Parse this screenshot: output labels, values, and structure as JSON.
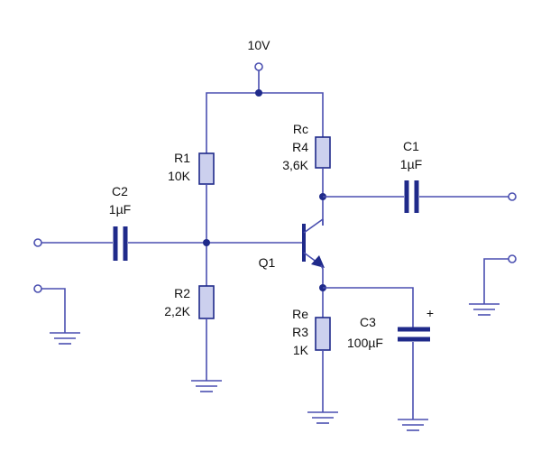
{
  "labels": {
    "vcc": "10V",
    "r1_name": "R1",
    "r1_value": "10K",
    "r2_name": "R2",
    "r2_value": "2,2K",
    "rc_alias": "Rc",
    "r4_name": "R4",
    "r4_value": "3,6K",
    "re_alias": "Re",
    "r3_name": "R3",
    "r3_value": "1K",
    "c1_name": "C1",
    "c1_value": "1µF",
    "c2_name": "C2",
    "c2_value": "1µF",
    "c3_name": "C3",
    "c3_value": "100µF",
    "c3_polarity": "+",
    "q1_name": "Q1"
  }
}
